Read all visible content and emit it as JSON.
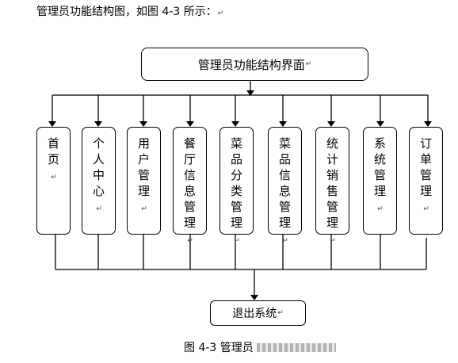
{
  "intro": {
    "text": "管理员功能结构图，如图 4-3 所示：",
    "mark": "↵"
  },
  "root": {
    "label": "管理员功能结构界面",
    "mark": "↵"
  },
  "modules": [
    {
      "label": "首页",
      "mark": "↵"
    },
    {
      "label": "个人中心",
      "mark": "↵"
    },
    {
      "label": "用户管理",
      "mark": "↵"
    },
    {
      "label": "餐厅信息管理",
      "mark": "↵"
    },
    {
      "label": "菜品分类管理",
      "mark": "↵"
    },
    {
      "label": "菜品信息管理",
      "mark": "↵"
    },
    {
      "label": "统计销售管理",
      "mark": "↵"
    },
    {
      "label": "系统管理",
      "mark": "↵"
    },
    {
      "label": "订单管理",
      "mark": "↵"
    }
  ],
  "exit": {
    "label": "退出系统",
    "mark": "↵"
  },
  "caption": {
    "text": "图 4-3 管理员"
  }
}
